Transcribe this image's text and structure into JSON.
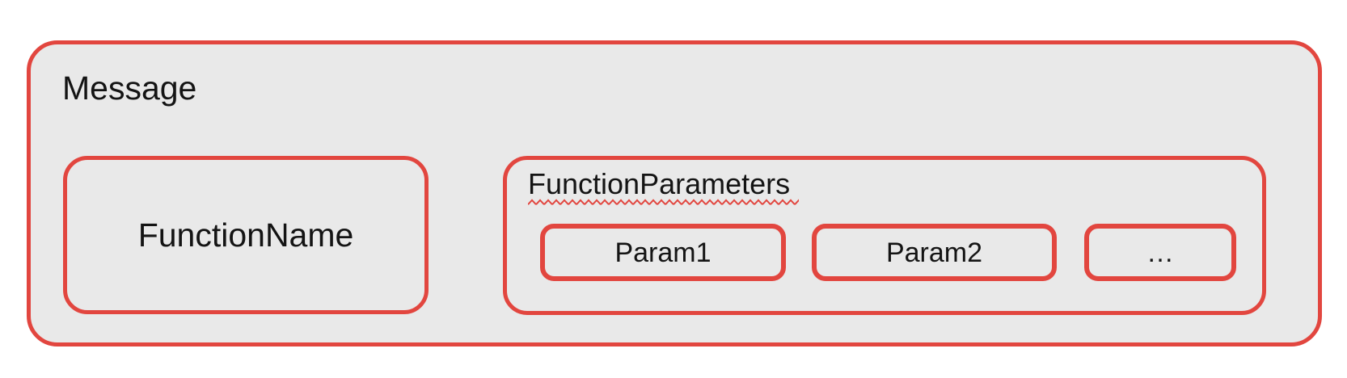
{
  "colors": {
    "accent_red": "#E2463F",
    "box_fill": "#E9E9E9",
    "text": "#141414",
    "page_bg": "#FFFFFF"
  },
  "diagram": {
    "message_label": "Message",
    "function_name_label": "FunctionName",
    "function_parameters_label": "FunctionParameters",
    "params": [
      {
        "label": "Param1"
      },
      {
        "label": "Param2"
      },
      {
        "label": "…"
      }
    ]
  }
}
